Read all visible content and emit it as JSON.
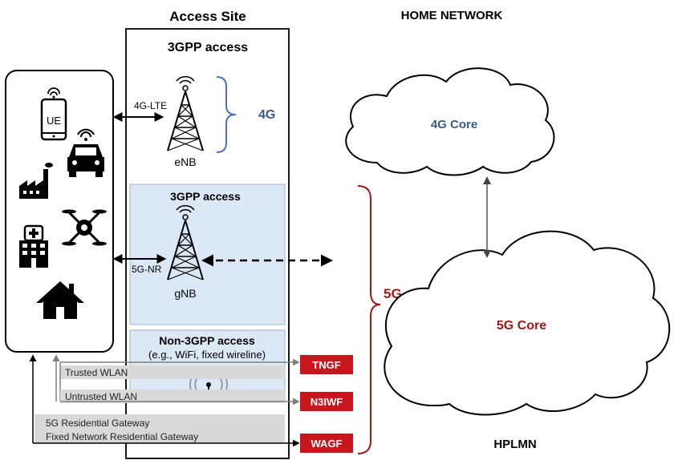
{
  "headings": {
    "access_site": "Access Site",
    "home_network": "HOME NETWORK",
    "hplmn": "HPLMN"
  },
  "access_3gpp_top": {
    "title": "3GPP access",
    "link_label": "4G-LTE",
    "node_label": "eNB",
    "brace_label": "4G"
  },
  "access_3gpp_mid": {
    "title": "3GPP access",
    "link_label": "5G-NR",
    "node_label": "gNB"
  },
  "non3gpp": {
    "title": "Non-3GPP access",
    "subtitle": "(e.g., WiFi, fixed wireline)",
    "trusted": "Trusted WLAN",
    "untrusted": "Untrusted WLAN"
  },
  "gateways": {
    "line1": "5G Residential Gateway",
    "line2": "Fixed Network Residential Gateway"
  },
  "functions": {
    "tngf": "TNGF",
    "n3iwf": "N3IWF",
    "wagf": "WAGF"
  },
  "cores": {
    "core_4g": "4G Core",
    "core_5g": "5G Core",
    "brace_5g": "5G"
  },
  "devices": {
    "ue_label": "UE",
    "icons": [
      "smartphone-icon",
      "connected-car-icon",
      "factory-icon",
      "drone-icon",
      "hospital-icon",
      "home-icon"
    ]
  },
  "colors": {
    "blue_4g": "#3a5a8c",
    "red_5g": "#a01818",
    "function_red": "#c8161d",
    "shade_blue": "#dce8f6",
    "shade_gray": "#d9d9d9",
    "brace_blue": "#4a72b8",
    "link_gray": "#7f7f7f"
  }
}
